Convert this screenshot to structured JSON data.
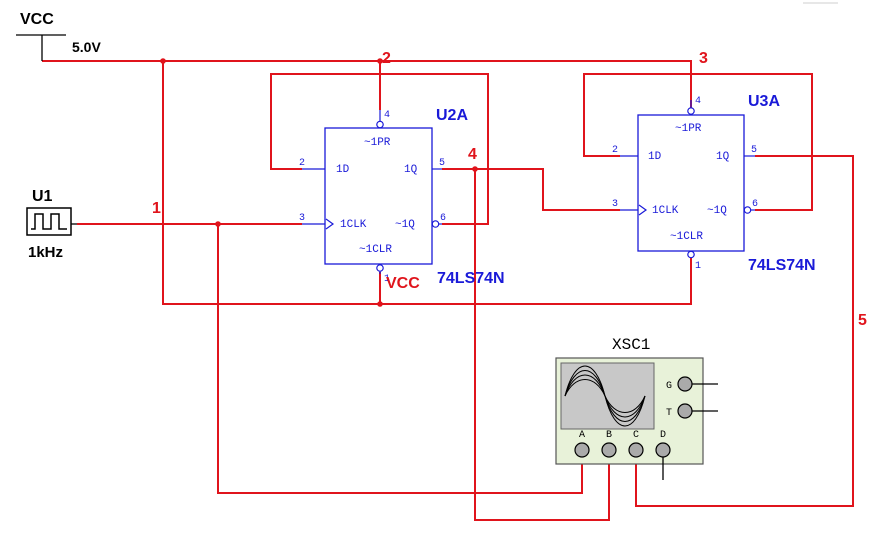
{
  "vcc_source": {
    "name": "VCC",
    "voltage": "5.0V"
  },
  "clock_source": {
    "ref": "U1",
    "frequency": "1kHz"
  },
  "flipflops": [
    {
      "ref": "U2A",
      "part": "74LS74N",
      "pin_top": "~1PR",
      "pin_d": "1D",
      "pin_clk": "1CLK",
      "pin_q": "1Q",
      "pin_qn": "~1Q",
      "pin_bottom": "~1CLR",
      "pin_num_pr": "4",
      "pin_num_d": "2",
      "pin_num_clk": "3",
      "pin_num_q": "5",
      "pin_num_qn": "6",
      "pin_num_clr": "1"
    },
    {
      "ref": "U3A",
      "part": "74LS74N",
      "pin_top": "~1PR",
      "pin_d": "1D",
      "pin_clk": "1CLK",
      "pin_q": "1Q",
      "pin_qn": "~1Q",
      "pin_bottom": "~1CLR",
      "pin_num_pr": "4",
      "pin_num_d": "2",
      "pin_num_clk": "3",
      "pin_num_q": "5",
      "pin_num_qn": "6",
      "pin_num_clr": "1"
    }
  ],
  "net_labels": {
    "n1": "1",
    "n2": "2",
    "n3": "3",
    "n4": "4",
    "n5": "5",
    "vcc_node": "VCC"
  },
  "oscilloscope": {
    "ref": "XSC1",
    "channels": [
      "A",
      "B",
      "C",
      "D"
    ],
    "side_terminals": [
      "G",
      "T"
    ]
  },
  "colors": {
    "wire": "#e0141c",
    "component": "#1a1ad8",
    "net_label": "#e0141c",
    "instrument_fill": "#e8f2d9",
    "screen": "#c8c8c8"
  }
}
